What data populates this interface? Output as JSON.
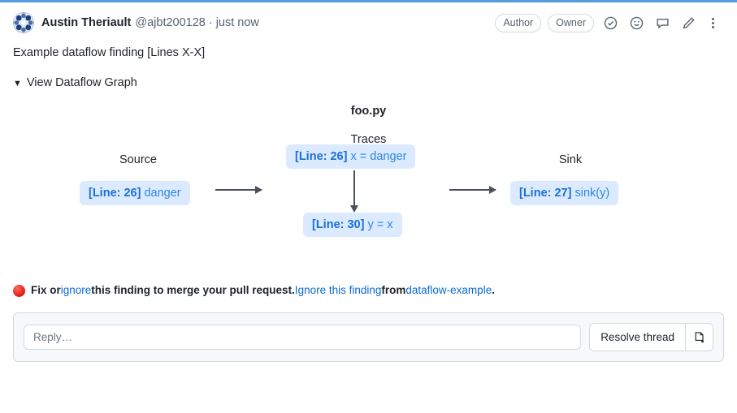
{
  "thread": {
    "accent_color": "#589bdd",
    "header": {
      "avatar_name": "avatar",
      "author": "Austin Theriault",
      "handle": "@ajbt200128",
      "separator": "·",
      "timestamp": "just now",
      "badges": [
        "Author",
        "Owner"
      ],
      "actions": [
        {
          "icon": "check-circle-icon",
          "label": "Resolve"
        },
        {
          "icon": "smiley-icon",
          "label": "Add reaction"
        },
        {
          "icon": "comment-icon",
          "label": "Quote reply"
        },
        {
          "icon": "pencil-icon",
          "label": "Edit comment"
        },
        {
          "icon": "kebab-icon",
          "label": "More options"
        }
      ]
    },
    "body": {
      "finding_title": "Example dataflow finding [Lines X-X]",
      "disclosure": {
        "marker": "▼",
        "label": "View Dataflow Graph"
      }
    },
    "graph": {
      "file_label": "foo.py",
      "traces_label": "Traces",
      "columns": {
        "source": "Source",
        "sink": "Sink"
      },
      "nodes": {
        "source": {
          "line": "[Line: 26]",
          "code": "danger"
        },
        "trace1": {
          "line": "[Line: 26]",
          "code": "x = danger"
        },
        "trace2": {
          "line": "[Line: 30]",
          "code": "y = x"
        },
        "sink": {
          "line": "[Line: 27]",
          "code": "sink(y)"
        }
      },
      "node_bg": "#dbeafe",
      "node_fg": "#2b7de9"
    },
    "fix_line": {
      "status_icon": "red-circle-icon",
      "text_1": "Fix or ",
      "link_ignore": "ignore",
      "text_2": " this finding to merge your pull request. ",
      "link_ignore_finding": "Ignore this finding",
      "text_3": " from ",
      "link_rule": "dataflow-example",
      "text_4": "."
    },
    "reply": {
      "placeholder": "Reply…",
      "value": "",
      "resolve_label": "Resolve thread",
      "secondary_icon": "new-file-icon"
    }
  }
}
